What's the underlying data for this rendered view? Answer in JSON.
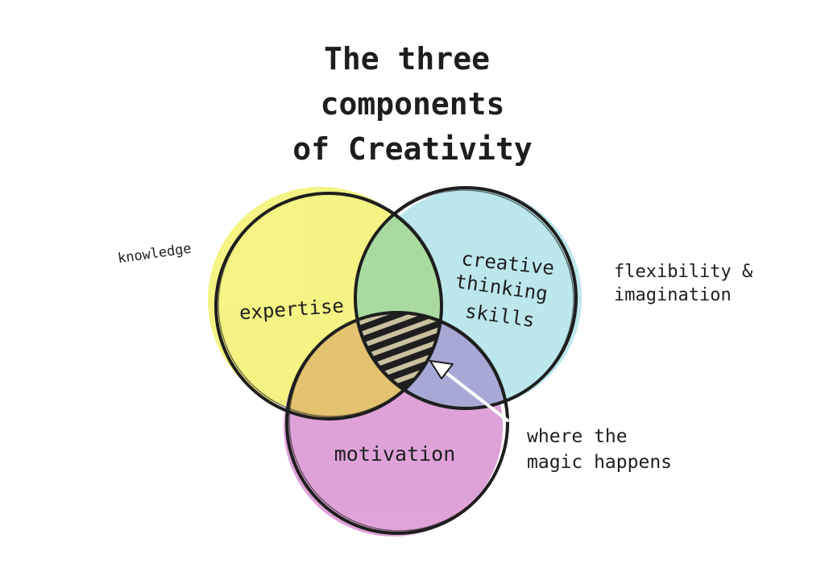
{
  "title_lines": [
    "The three",
    "components",
    "of Creativity"
  ],
  "circles": {
    "expertise": {
      "label": "expertise",
      "fill": "#f4f37d"
    },
    "creative_thinking": {
      "label_lines": [
        "creative",
        "thinking",
        "skills"
      ],
      "fill": "#b8e6ec"
    },
    "motivation": {
      "label": "motivation",
      "fill": "#dd9ed6"
    }
  },
  "overlap_colors": {
    "expertise_creative": "#a9dba1",
    "expertise_motivation": "#e3c270",
    "creative_motivation": "#a8a8d6"
  },
  "annotations": {
    "knowledge": "knowledge",
    "flexibility_lines": [
      "flexibility &",
      "imagination"
    ],
    "magic_lines": [
      "where the",
      "magic happens"
    ]
  },
  "colors": {
    "stroke": "#1e1e1e",
    "arrow": "#ffffff"
  }
}
